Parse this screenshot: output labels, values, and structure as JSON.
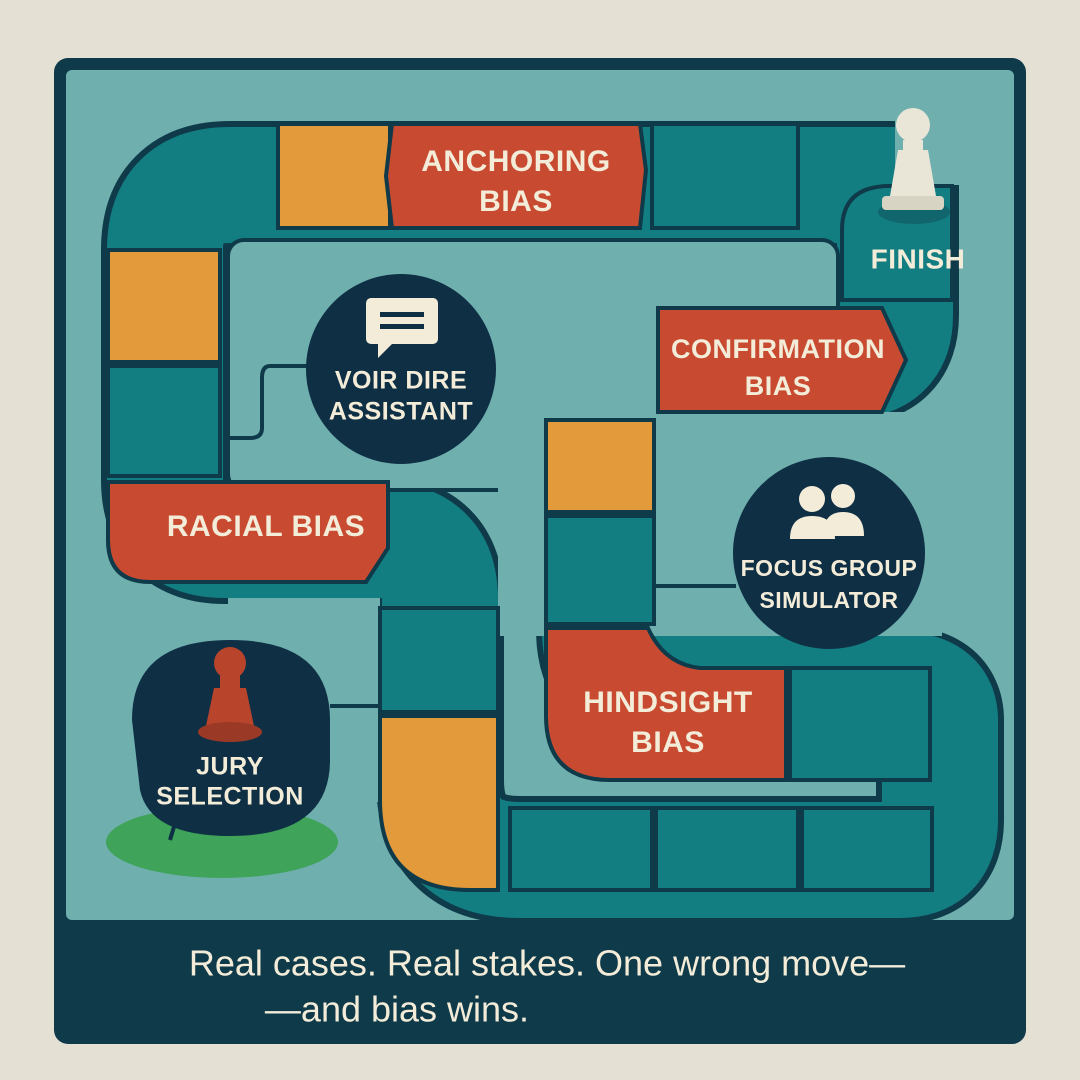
{
  "colors": {
    "background": "#e4e0d4",
    "board_frame": "#0f3a4a",
    "board_surface": "#6fb0af",
    "path_teal": "#137e82",
    "space_orange": "#e39a3a",
    "space_red": "#c84b31",
    "node_navy": "#0f2f45",
    "label_light": "#f3ecd9",
    "pawn_red": "#b9442c",
    "pawn_white": "#e9e6d8",
    "grass": "#3fa35a"
  },
  "board": {
    "labels": {
      "anchoring_line1": "ANCHORING",
      "anchoring_line2": "BIAS",
      "confirmation_line1": "CONFIRMATION",
      "confirmation_line2": "BIAS",
      "racial": "RACIAL BIAS",
      "hindsight_line1": "HINDSIGHT",
      "hindsight_line2": "BIAS",
      "finish": "FINISH"
    },
    "nodes": {
      "voir_dire_line1": "VOIR DIRE",
      "voir_dire_line2": "ASSISTANT",
      "voir_dire_icon": "chat-bubble-icon",
      "focus_group_line1": "FOCUS GROUP",
      "focus_group_line2": "SIMULATOR",
      "focus_group_icon": "people-icon",
      "jury_line1": "JURY",
      "jury_line2": "SELECTION",
      "jury_icon": "red-pawn-icon"
    },
    "finish_icon": "white-pawn-icon"
  },
  "caption": {
    "line1": "Real cases. Real stakes. One wrong move—",
    "line2": "—and bias wins."
  }
}
